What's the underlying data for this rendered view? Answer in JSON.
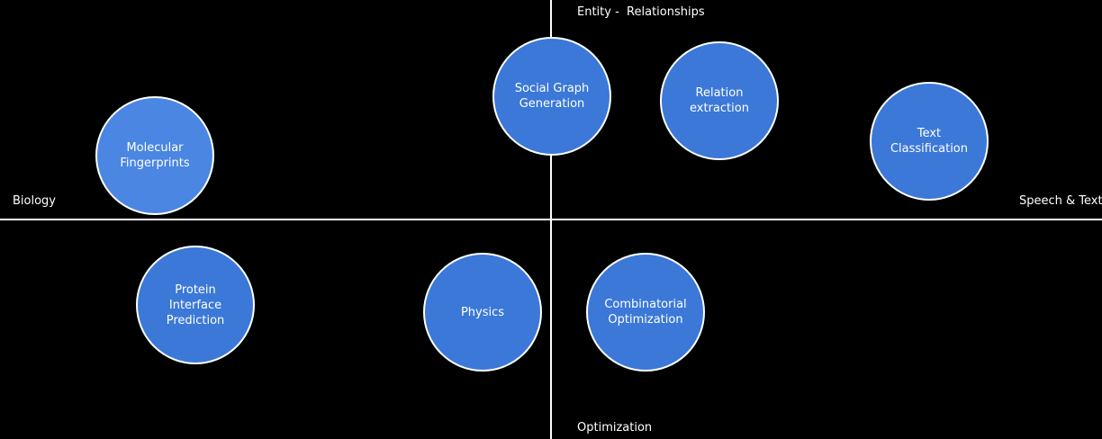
{
  "axes": {
    "top": "Entity -  Relationships",
    "bottom": "Optimization",
    "left": "Biology",
    "right": "Speech & Text"
  },
  "nodes": {
    "social_graph": "Social Graph\nGeneration",
    "relation_extraction": "Relation\nextraction",
    "text_classification": "Text\nClassification",
    "molecular_fingerprints": "Molecular\nFingerprints",
    "protein_interface": "Protein\nInterface\nPrediction",
    "physics": "Physics",
    "combinatorial_optimization": "Combinatorial\nOptimization"
  },
  "colors": {
    "background": "#000000",
    "node_fill": "#3b78d8",
    "node_fill_light": "#4a86e2",
    "node_border": "#ffffff",
    "axis": "#ffffff"
  }
}
